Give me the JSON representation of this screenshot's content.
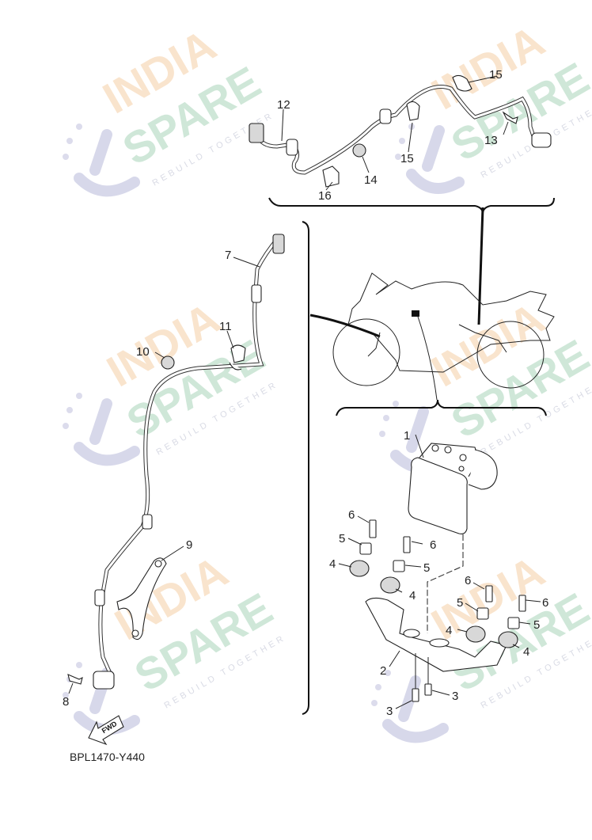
{
  "diagram": {
    "type": "exploded-parts-diagram",
    "code": "BPL1470-Y440",
    "direction_arrow": "FWD",
    "watermark": {
      "line1": "INDIA",
      "line2": "SPARE",
      "tagline": "REBUILD TOGETHER",
      "colors": {
        "india": "#f7d9b8",
        "spare": "#bfe0cc",
        "logo": "#d7d8ea"
      }
    },
    "callouts": {
      "c1": "1",
      "c2": "2",
      "c3a": "3",
      "c3b": "3",
      "c4a": "4",
      "c4b": "4",
      "c4c": "4",
      "c4d": "4",
      "c5a": "5",
      "c5b": "5",
      "c5c": "5",
      "c5d": "5",
      "c6a": "6",
      "c6b": "6",
      "c6c": "6",
      "c6d": "6",
      "c7": "7",
      "c8": "8",
      "c9": "9",
      "c10": "10",
      "c11": "11",
      "c12": "12",
      "c13": "13",
      "c14": "14",
      "c15a": "15",
      "c15b": "15",
      "c16": "16"
    },
    "groups": {
      "rear_sensor": [
        "12",
        "13",
        "14",
        "15",
        "16"
      ],
      "front_sensor": [
        "7",
        "8",
        "9",
        "10",
        "11"
      ],
      "hydraulic_unit": [
        "1",
        "2",
        "3",
        "4",
        "5",
        "6"
      ]
    }
  }
}
